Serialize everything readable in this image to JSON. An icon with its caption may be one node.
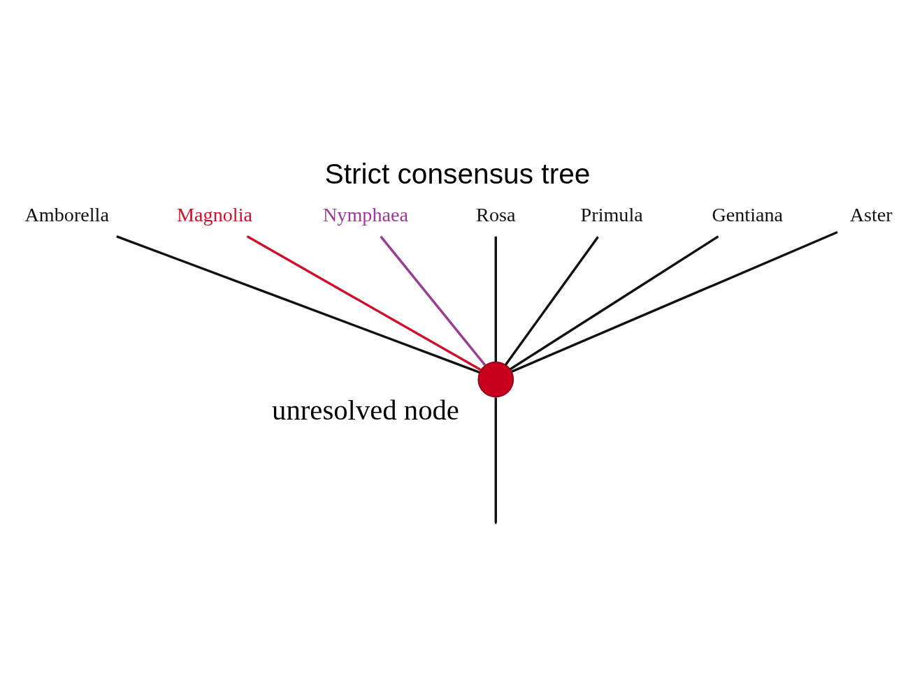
{
  "diagram": {
    "title": "Strict consensus tree",
    "nodes": [
      {
        "text": [
          "Amborella"
        ]
      },
      {
        "text": [
          "Magnolia"
        ]
      },
      {
        "text": [
          "Nymphaea"
        ]
      },
      {
        "text": [
          "Rosa"
        ]
      },
      {
        "text": [
          "Primula"
        ]
      },
      {
        "text": [
          "Gentiana"
        ]
      },
      {
        "text": [
          "Aster"
        ]
      },
      {
        "text": [],
        "shape": "circle",
        "beside": [
          "unresolved node"
        ]
      }
    ],
    "edges": [
      {
        "from": null,
        "to": 7,
        "arrow": "none"
      },
      {
        "from": 7,
        "to": 0,
        "arrow": "none"
      },
      {
        "from": 7,
        "to": 1,
        "arrow": "none",
        "color": "#d0102a"
      },
      {
        "from": 7,
        "to": 2,
        "arrow": "none",
        "color": "#9a3c96"
      },
      {
        "from": 7,
        "to": 3,
        "arrow": "none"
      },
      {
        "from": 7,
        "to": 4,
        "arrow": "none"
      },
      {
        "from": 7,
        "to": 5,
        "arrow": "none"
      },
      {
        "from": 7,
        "to": 6,
        "arrow": "none"
      }
    ]
  }
}
